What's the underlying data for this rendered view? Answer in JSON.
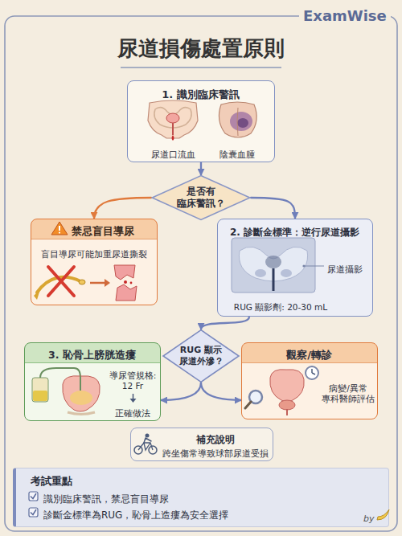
{
  "diagram": {
    "title": "尿道損傷處置原則",
    "nodes": [
      {
        "text": [
          "1. 識別臨床警訊",
          "尿道口流血",
          "陰囊血腫"
        ]
      },
      {
        "text": [
          "是否有 臨床警訊？"
        ]
      },
      {
        "text": [
          "禁忌盲目導尿",
          "盲目導尿可能加重尿道撕裂"
        ]
      },
      {
        "text": [
          "2. 診斷金標準：逆行尿道攝影",
          "尿道攝影",
          "RUG 顯影劑: 20-30 mL"
        ]
      },
      {
        "text": [
          "RUG 顯示 尿道外滲？"
        ]
      },
      {
        "text": [
          "3. 恥骨上膀胱造瘻",
          "導尿管規格: 12 Fr",
          "正確做法"
        ]
      },
      {
        "text": [
          "觀察/轉診",
          "病變/異常 專科醫師評估"
        ]
      },
      {
        "text": [
          "補充說明",
          "跨坐傷常導致球部尿道受損"
        ]
      },
      {
        "text": [
          "考試重點",
          "識別臨床警訊，禁忌盲目導尿",
          "診斷金標準為RUG，恥骨上造瘻為安全選擇"
        ]
      }
    ],
    "edges": [
      {
        "from": 0,
        "to": 1,
        "arrow": "to"
      },
      {
        "from": 1,
        "to": 2,
        "arrow": "to"
      },
      {
        "from": 1,
        "to": 3,
        "arrow": "to"
      },
      {
        "from": 3,
        "to": 4,
        "arrow": "to"
      },
      {
        "from": 4,
        "to": 5,
        "arrow": "to"
      },
      {
        "from": 4,
        "to": 6,
        "arrow": "to"
      }
    ],
    "labels": [
      "ExamWise",
      "by"
    ]
  }
}
